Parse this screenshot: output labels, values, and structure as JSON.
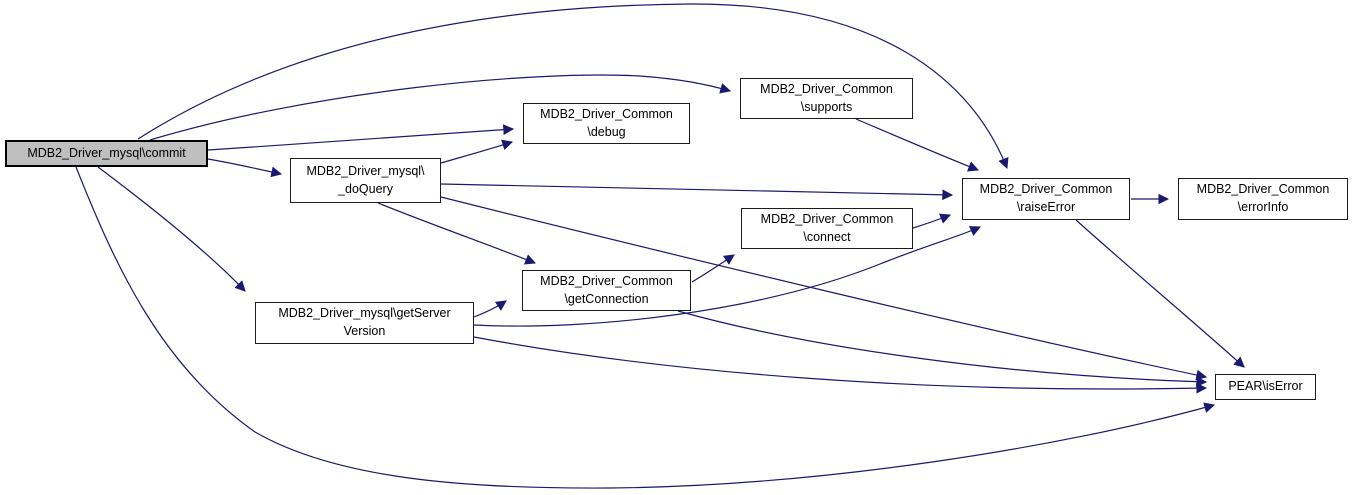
{
  "diagram": {
    "kind": "call-graph",
    "background_color": "#ffffff",
    "edge_color": "#191970",
    "node_fill_color": "#ffffff",
    "node_border_color": "#1c1c1c",
    "highlighted_node_fill_color": "#bfbfbf",
    "text_color": "#000000"
  },
  "nodes": {
    "commit": {
      "label": "MDB2_Driver_mysql\\commit",
      "lines": [
        "MDB2_Driver_mysql\\commit"
      ],
      "highlighted": true
    },
    "doQuery": {
      "label": "MDB2_Driver_mysql\\_doQuery",
      "lines": [
        "MDB2_Driver_mysql\\",
        "_doQuery"
      ]
    },
    "debug": {
      "label": "MDB2_Driver_Common\\debug",
      "lines": [
        "MDB2_Driver_Common",
        "\\debug"
      ]
    },
    "supports": {
      "label": "MDB2_Driver_Common\\supports",
      "lines": [
        "MDB2_Driver_Common",
        "\\supports"
      ]
    },
    "connect": {
      "label": "MDB2_Driver_Common\\connect",
      "lines": [
        "MDB2_Driver_Common",
        "\\connect"
      ]
    },
    "getConnection": {
      "label": "MDB2_Driver_Common\\getConnection",
      "lines": [
        "MDB2_Driver_Common",
        "\\getConnection"
      ]
    },
    "getServerVersion": {
      "label": "MDB2_Driver_mysql\\getServerVersion",
      "lines": [
        "MDB2_Driver_mysql\\getServer",
        "Version"
      ]
    },
    "raiseError": {
      "label": "MDB2_Driver_Common\\raiseError",
      "lines": [
        "MDB2_Driver_Common",
        "\\raiseError"
      ]
    },
    "errorInfo": {
      "label": "MDB2_Driver_Common\\errorInfo",
      "lines": [
        "MDB2_Driver_Common",
        "\\errorInfo"
      ]
    },
    "isError": {
      "label": "PEAR\\isError",
      "lines": [
        "PEAR\\isError"
      ]
    }
  },
  "edges": [
    {
      "from": "commit",
      "to": "raiseError"
    },
    {
      "from": "commit",
      "to": "supports"
    },
    {
      "from": "commit",
      "to": "debug"
    },
    {
      "from": "commit",
      "to": "doQuery"
    },
    {
      "from": "commit",
      "to": "getServerVersion"
    },
    {
      "from": "commit",
      "to": "isError"
    },
    {
      "from": "doQuery",
      "to": "debug"
    },
    {
      "from": "doQuery",
      "to": "raiseError"
    },
    {
      "from": "doQuery",
      "to": "getConnection"
    },
    {
      "from": "doQuery",
      "to": "isError"
    },
    {
      "from": "getServerVersion",
      "to": "getConnection"
    },
    {
      "from": "getServerVersion",
      "to": "raiseError"
    },
    {
      "from": "getServerVersion",
      "to": "isError"
    },
    {
      "from": "getConnection",
      "to": "connect"
    },
    {
      "from": "getConnection",
      "to": "isError"
    },
    {
      "from": "supports",
      "to": "raiseError"
    },
    {
      "from": "connect",
      "to": "raiseError"
    },
    {
      "from": "raiseError",
      "to": "errorInfo"
    },
    {
      "from": "raiseError",
      "to": "isError"
    }
  ]
}
